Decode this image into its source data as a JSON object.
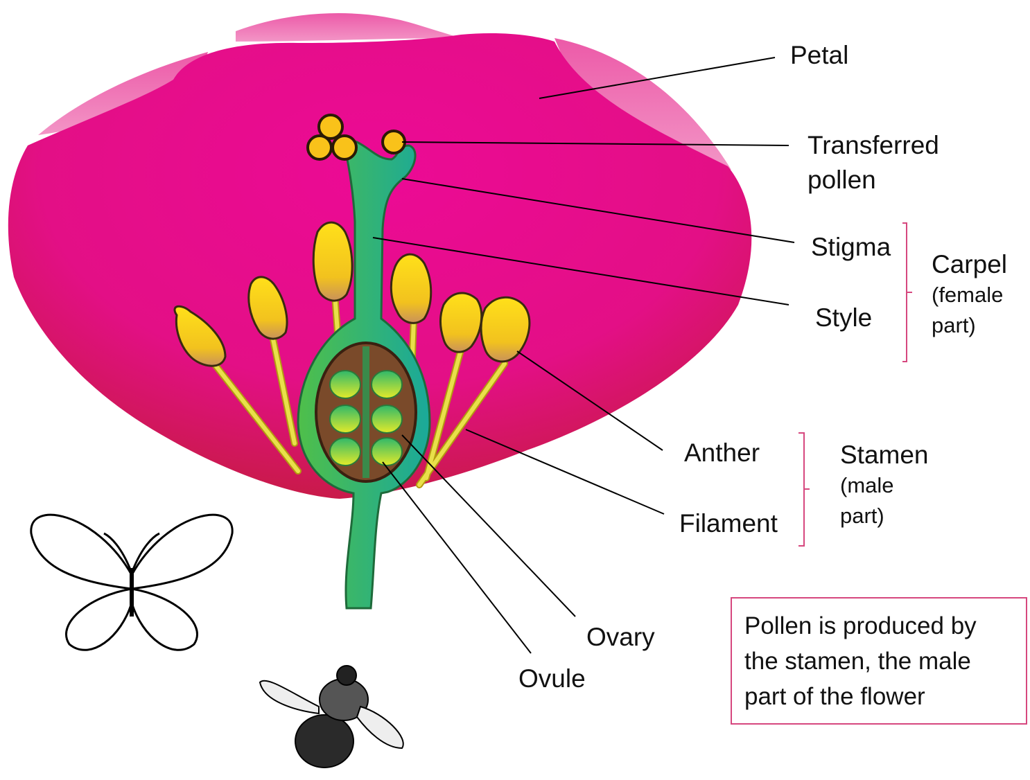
{
  "labels": {
    "petal": "Petal",
    "transferred_pollen": "Transferred\npollen",
    "stigma": "Stigma",
    "style": "Style",
    "carpel": "Carpel",
    "carpel_note": "(female\npart)",
    "anther": "Anther",
    "filament": "Filament",
    "stamen": "Stamen",
    "stamen_note": "(male\npart)",
    "ovary": "Ovary",
    "ovule": "Ovule"
  },
  "info_box": {
    "text": "Pollen is produced by the stamen, the male part of the flower"
  },
  "colors": {
    "petal": "#e8148f",
    "petal_back": "#f07ab8",
    "stem": "#3cb878",
    "anther": "#f7c81e",
    "ovary_wall": "#7a4a2a",
    "ovule": "#c8e63a",
    "bracket": "#d6477e"
  }
}
